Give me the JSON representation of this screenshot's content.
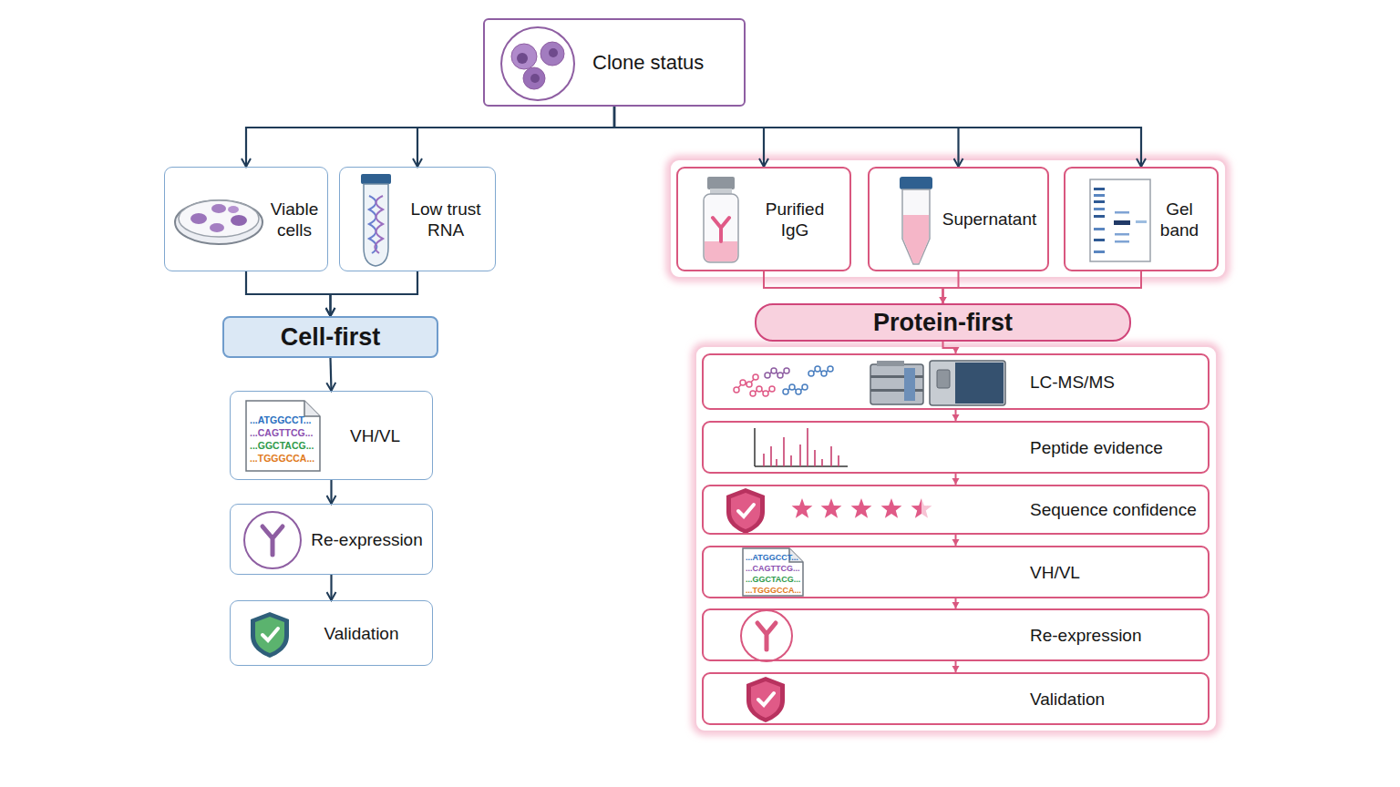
{
  "diagram": {
    "nodes": [
      {
        "text": [
          "Clone status"
        ]
      },
      {
        "text": [
          "Viable cells"
        ]
      },
      {
        "text": [
          "Low trust RNA"
        ]
      },
      {
        "text": [
          "Purified IgG"
        ]
      },
      {
        "text": [
          "Supernatant"
        ]
      },
      {
        "text": [
          "Gel band"
        ]
      },
      {
        "text": [
          "Cell-first"
        ]
      },
      {
        "text": [
          "VH/VL"
        ]
      },
      {
        "text": [
          "Re-expression"
        ]
      },
      {
        "text": [
          "Validation"
        ]
      },
      {
        "text": [
          "Protein-first"
        ]
      },
      {
        "text": [
          "LC-MS/MS"
        ]
      },
      {
        "text": [
          "Peptide evidence"
        ]
      },
      {
        "text": [
          "Sequence confidence"
        ]
      },
      {
        "text": [
          "VH/VL"
        ]
      },
      {
        "text": [
          "Re-expression"
        ]
      },
      {
        "text": [
          "Validation"
        ]
      }
    ],
    "edges": [
      {
        "from": 0,
        "to": 1,
        "arrow": "to"
      },
      {
        "from": 0,
        "to": 2,
        "arrow": "to"
      },
      {
        "from": 0,
        "to": 3,
        "arrow": "to"
      },
      {
        "from": 0,
        "to": 4,
        "arrow": "to"
      },
      {
        "from": 0,
        "to": 5,
        "arrow": "to"
      },
      {
        "from": 1,
        "to": 6,
        "arrow": "to"
      },
      {
        "from": 2,
        "to": 6,
        "arrow": "to"
      },
      {
        "from": 6,
        "to": 7,
        "arrow": "to"
      },
      {
        "from": 7,
        "to": 8,
        "arrow": "to"
      },
      {
        "from": 8,
        "to": 9,
        "arrow": "to"
      },
      {
        "from": 3,
        "to": 10,
        "arrow": "to"
      },
      {
        "from": 4,
        "to": 10,
        "arrow": "to"
      },
      {
        "from": 5,
        "to": 10,
        "arrow": "to"
      },
      {
        "from": 10,
        "to": 11,
        "arrow": "to"
      },
      {
        "from": 11,
        "to": 12,
        "arrow": "to"
      },
      {
        "from": 12,
        "to": 13,
        "arrow": "to"
      },
      {
        "from": 13,
        "to": 14,
        "arrow": "to"
      },
      {
        "from": 14,
        "to": 15,
        "arrow": "to"
      },
      {
        "from": 15,
        "to": 16,
        "arrow": "to"
      }
    ],
    "labels": [
      "...ATGGCCT...",
      "...CAGTTCG...",
      "...GGCTACG...",
      "...TGGGCCA...",
      "...ATGGCCT...",
      "...CAGTTCG...",
      "...GGCTACG...",
      "...TGGGCCA..."
    ]
  }
}
